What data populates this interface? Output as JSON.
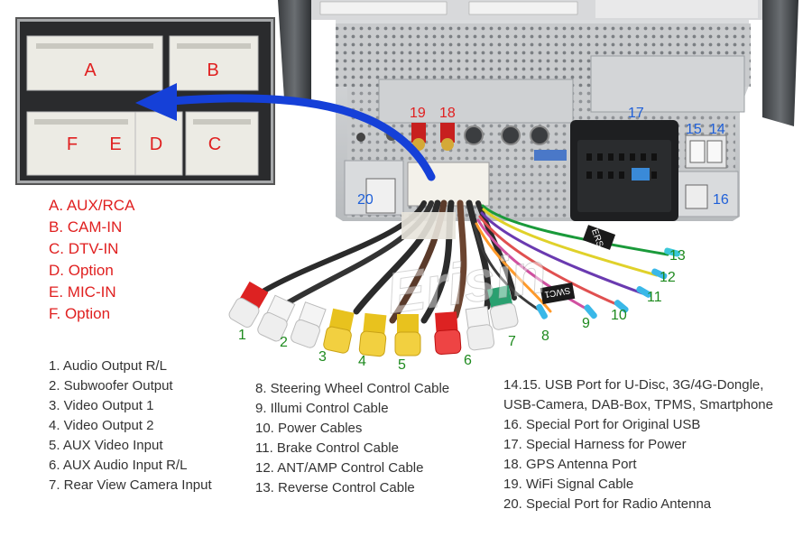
{
  "connector_letters": [
    "A",
    "B",
    "F",
    "E",
    "D",
    "C"
  ],
  "connector_legend": [
    "A. AUX/RCA",
    "B. CAM-IN",
    "C. DTV-IN",
    "D. Option",
    "E. MIC-IN",
    "F. Option"
  ],
  "port_numbers": [
    "1",
    "2",
    "3",
    "4",
    "5",
    "6",
    "7",
    "8",
    "9",
    "10",
    "11",
    "12",
    "13",
    "14",
    "15",
    "16",
    "17",
    "18",
    "19",
    "20"
  ],
  "cable_labels": [
    "ERS",
    "SWC1"
  ],
  "watermark": "Erisin",
  "legend_col1": [
    "1. Audio Output R/L",
    "2. Subwoofer Output",
    "3. Video Output 1",
    "4. Video Output 2",
    "5. AUX Video Input",
    "6. AUX Audio Input R/L",
    "7. Rear View Camera Input"
  ],
  "legend_col2": [
    "8. Steering Wheel Control Cable",
    "9. Illumi Control Cable",
    "10. Power Cables",
    "11. Brake Control Cable",
    "12. ANT/AMP Control Cable",
    "13. Reverse Control Cable"
  ],
  "legend_col3": [
    "14.15. USB Port for U-Disc, 3G/4G-Dongle,",
    "USB-Camera, DAB-Box, TPMS, Smartphone",
    "16. Special Port for Original USB",
    "17. Special Harness for Power",
    "18. GPS Antenna Port",
    "19. WiFi Signal Cable",
    "20. Special Port for Radio Antenna"
  ],
  "colors": {
    "letter_red": "#e02020",
    "number_green": "#1e8a1e",
    "number_blue": "#1e5fd8",
    "arrow_blue": "#1540d8",
    "text_gray": "#333333"
  }
}
